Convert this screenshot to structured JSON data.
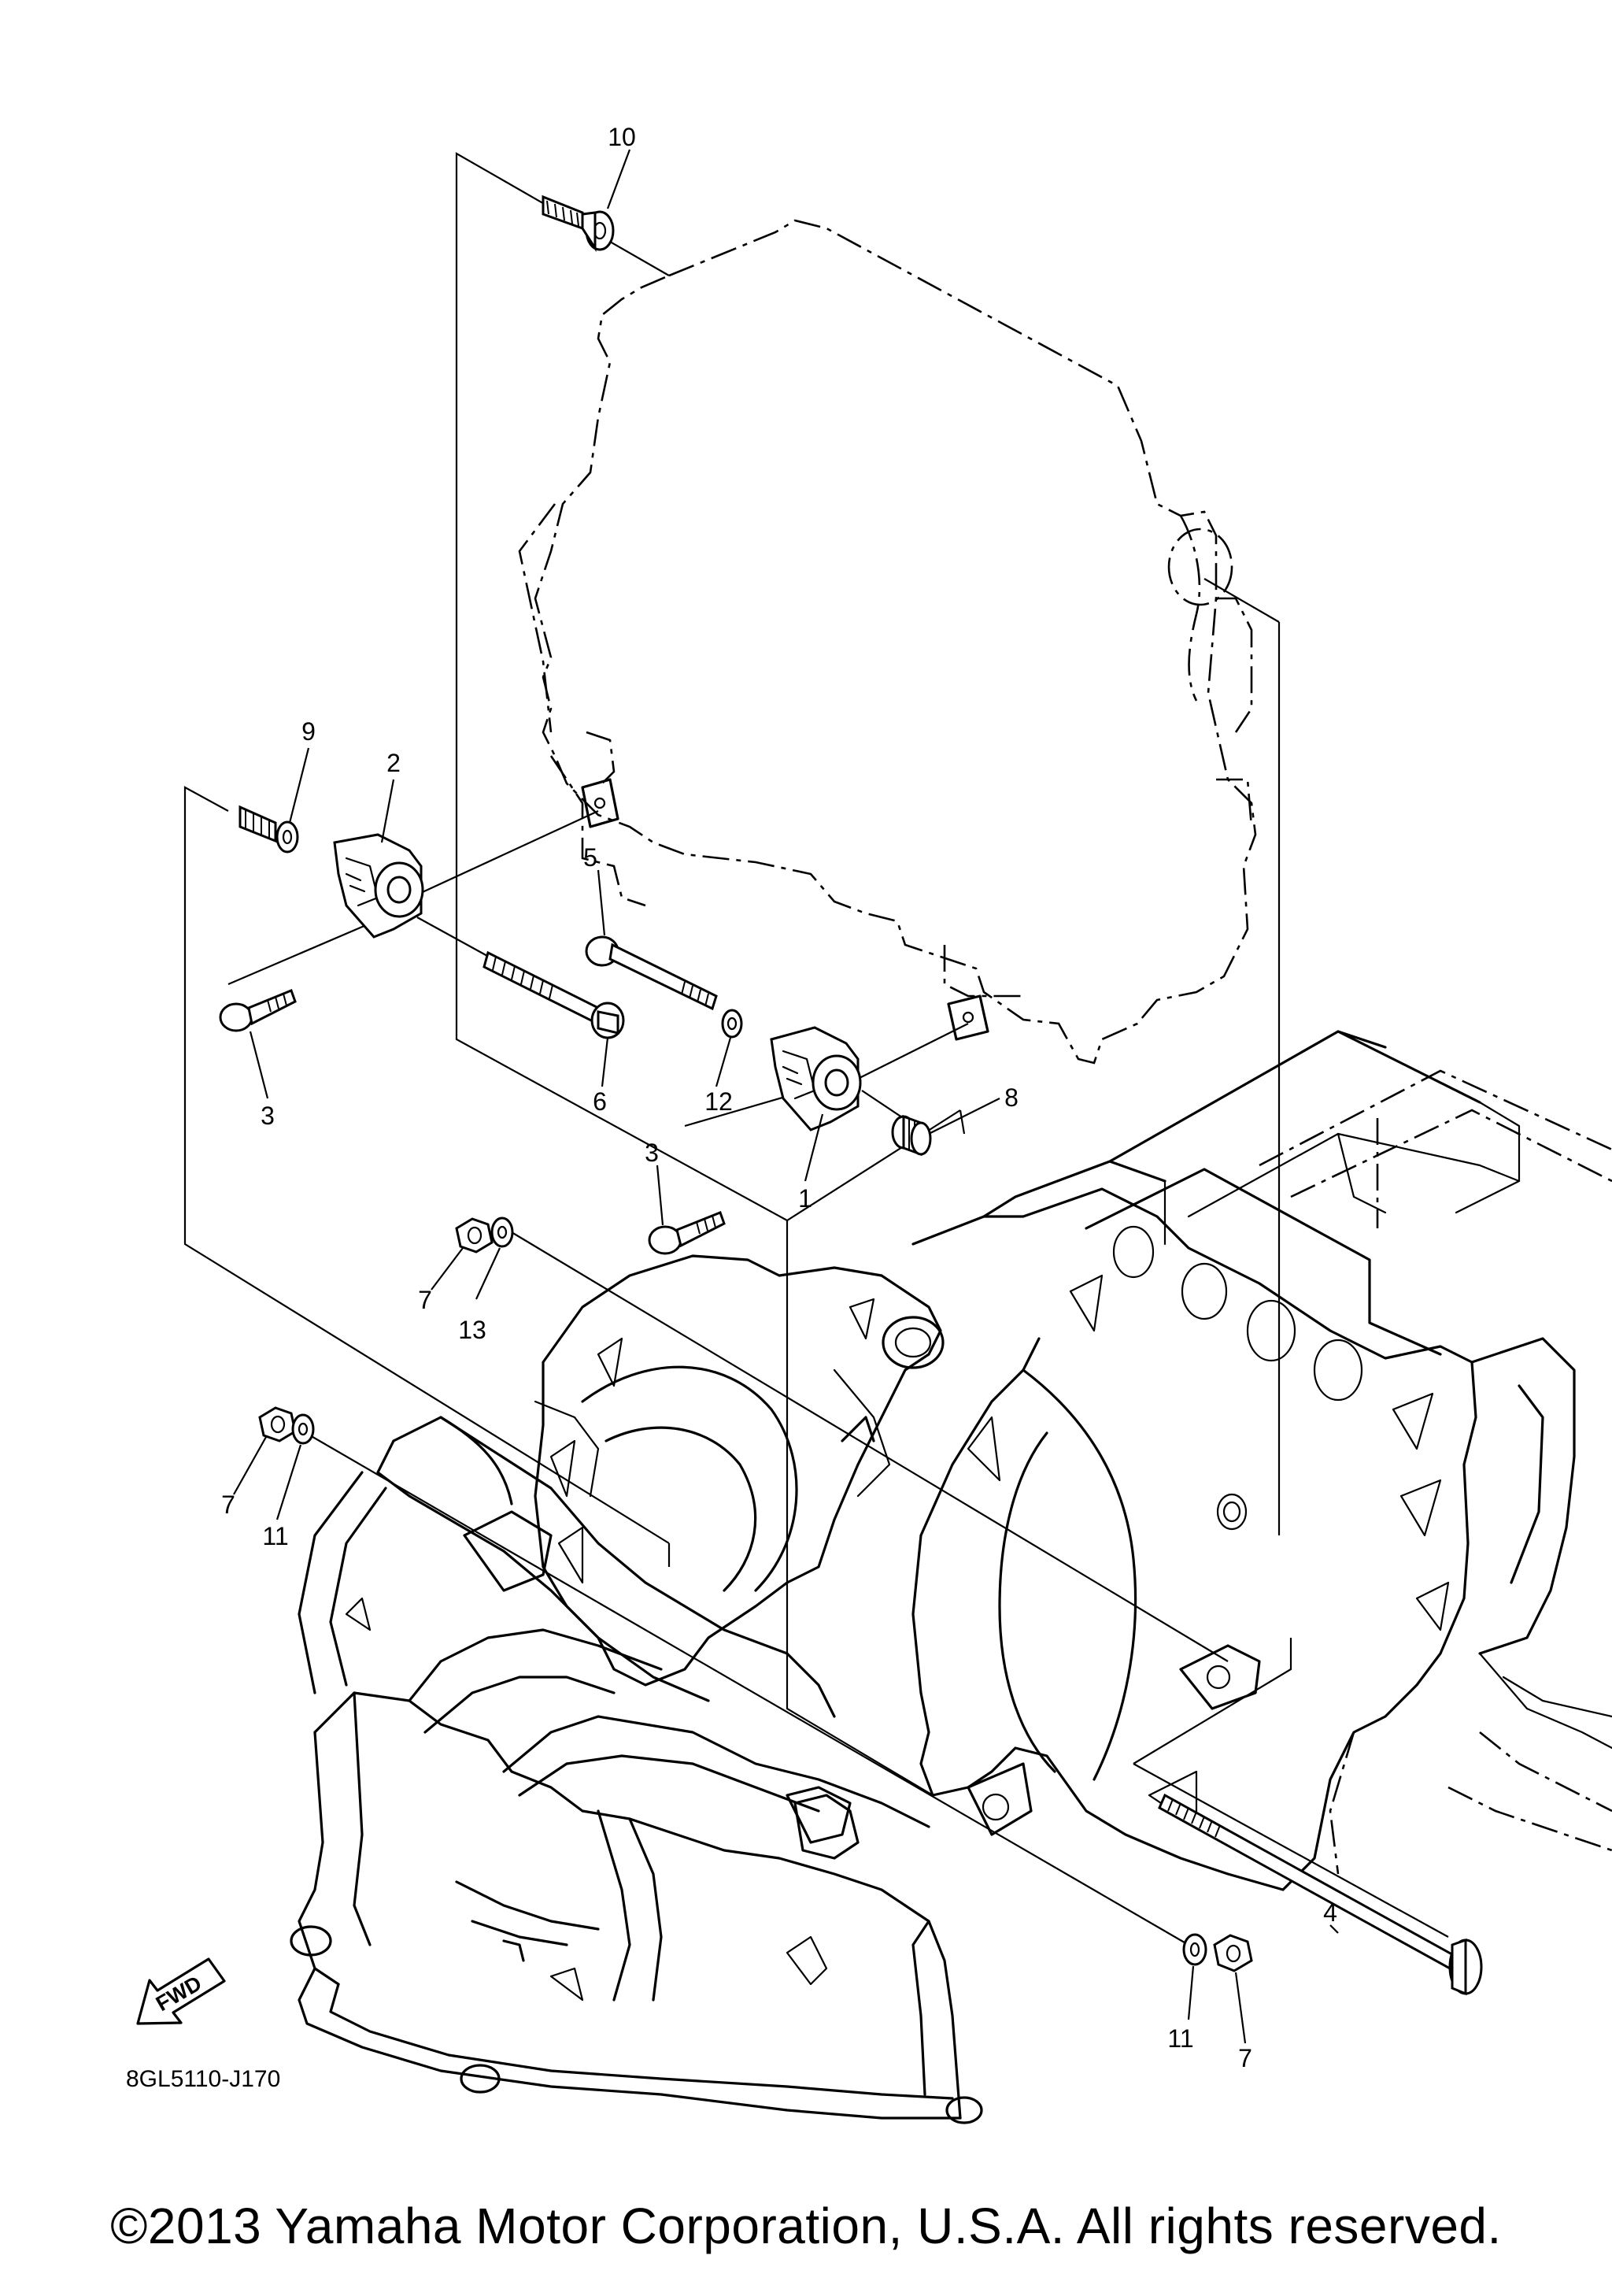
{
  "diagram": {
    "drawing_code": "8GL5110-J170",
    "fwd_label": "FWD",
    "callouts": {
      "c1": "1",
      "c2": "2",
      "c3a": "3",
      "c3b": "3",
      "c4": "4",
      "c5": "5",
      "c6": "6",
      "c7a": "7",
      "c7b": "7",
      "c7c": "7",
      "c8": "8",
      "c9": "9",
      "c10": "10",
      "c11a": "11",
      "c11b": "11",
      "c12": "12",
      "c13": "13"
    }
  },
  "footer": {
    "copyright": "©2013 Yamaha Motor Corporation, U.S.A. All rights reserved."
  }
}
